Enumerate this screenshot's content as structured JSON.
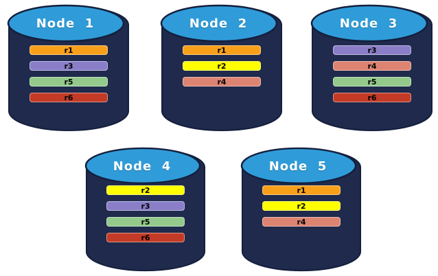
{
  "palette": {
    "page_bg": "#FFFFFF",
    "cylinder_body": "#1F2A4C",
    "cylinder_outline": "#141F3D",
    "cylinder_top": "#2F9CD9",
    "title_text": "#FFFFFF",
    "bar_text": "#000000"
  },
  "replica_colors": {
    "r1": "#F9A01B",
    "r2": "#FFFF00",
    "r3": "#8A7EC8",
    "r4": "#DD8372",
    "r5": "#93C98B",
    "r6": "#C33B26"
  },
  "nodes": [
    {
      "title": "Node  1",
      "replicas": [
        "r1",
        "r3",
        "r5",
        "r6"
      ]
    },
    {
      "title": "Node  2",
      "replicas": [
        "r1",
        "r2",
        "r4"
      ]
    },
    {
      "title": "Node  3",
      "replicas": [
        "r3",
        "r4",
        "r5",
        "r6"
      ]
    },
    {
      "title": "Node  4",
      "replicas": [
        "r2",
        "r3",
        "r5",
        "r6"
      ]
    },
    {
      "title": "Node  5",
      "replicas": [
        "r1",
        "r2",
        "r4"
      ]
    }
  ]
}
